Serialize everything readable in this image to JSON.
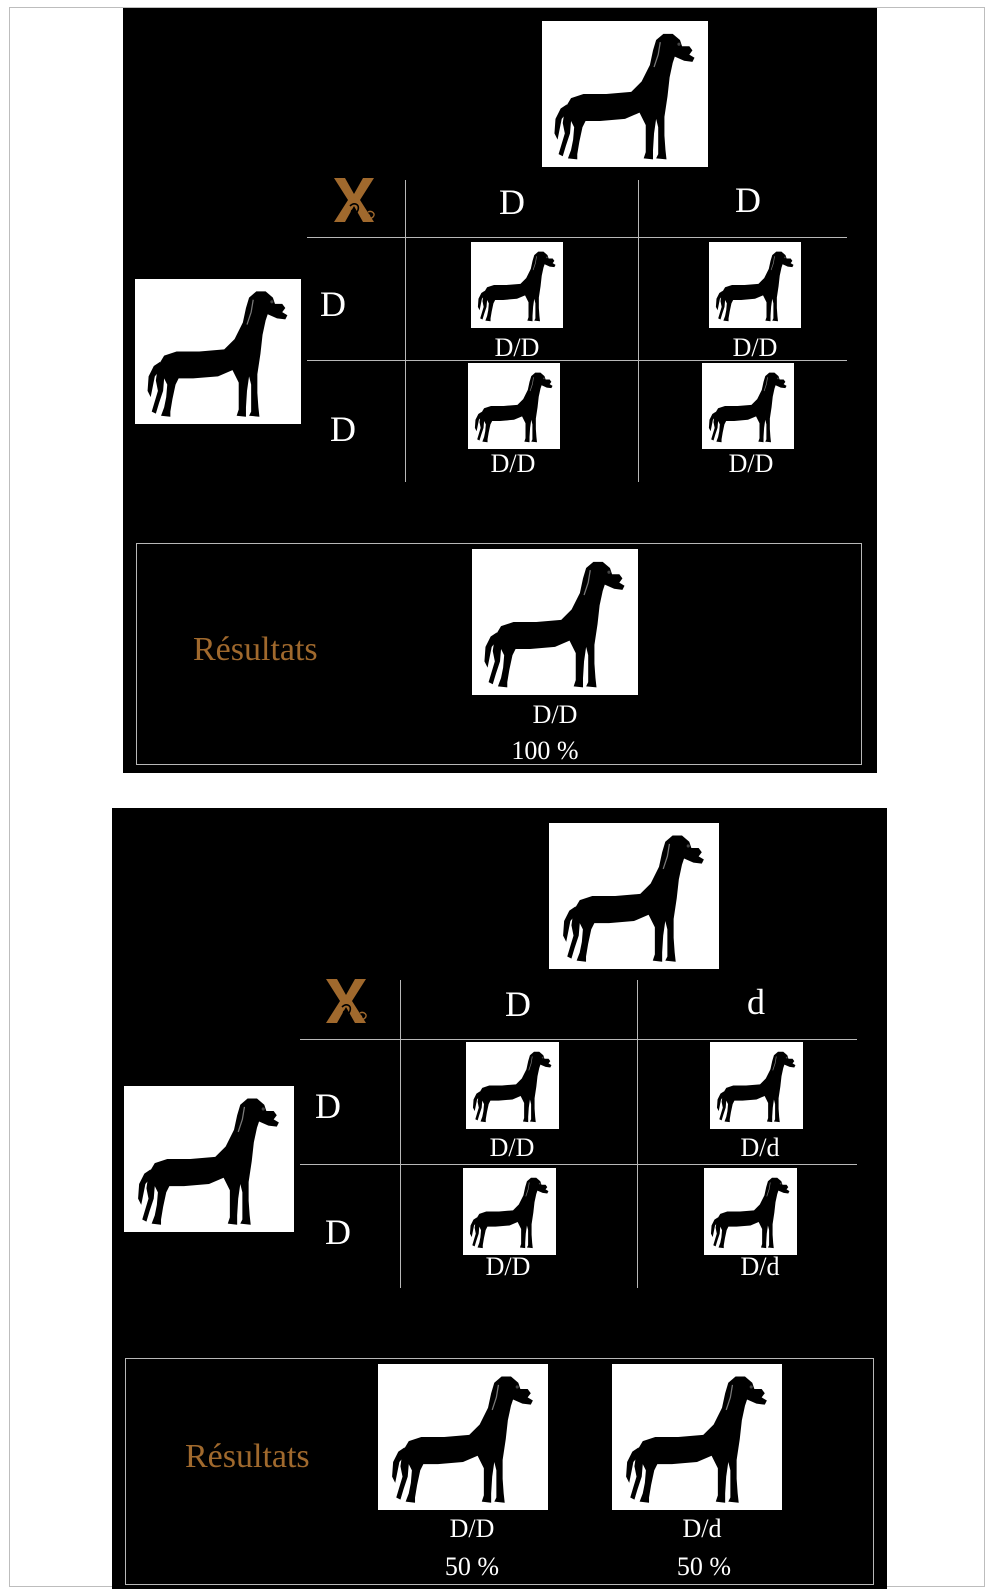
{
  "panels": [
    {
      "columns": [
        "D",
        "D"
      ],
      "rows": [
        "D",
        "D"
      ],
      "cells": [
        "D/D",
        "D/D",
        "D/D",
        "D/D"
      ],
      "result_title": "Résultats",
      "results": [
        {
          "genotype": "D/D",
          "percent": "100 %"
        }
      ]
    },
    {
      "columns": [
        "D",
        "d"
      ],
      "rows": [
        "D",
        "D"
      ],
      "cells": [
        "D/D",
        "D/d",
        "D/D",
        "D/d"
      ],
      "result_title": "Résultats",
      "results": [
        {
          "genotype": "D/D",
          "percent": "50 %"
        },
        {
          "genotype": "D/d",
          "percent": "50 %"
        }
      ]
    }
  ],
  "colors": {
    "panel_background": "#000000",
    "text": "#ffffff",
    "accent": "#a0692d",
    "grid_lines": "#b8b8b8",
    "dog_card": "#ffffff",
    "dog_silhouette": "#000000"
  },
  "icons": {
    "cross": "cross-x-icon",
    "dog": "great-dane-silhouette-icon"
  }
}
